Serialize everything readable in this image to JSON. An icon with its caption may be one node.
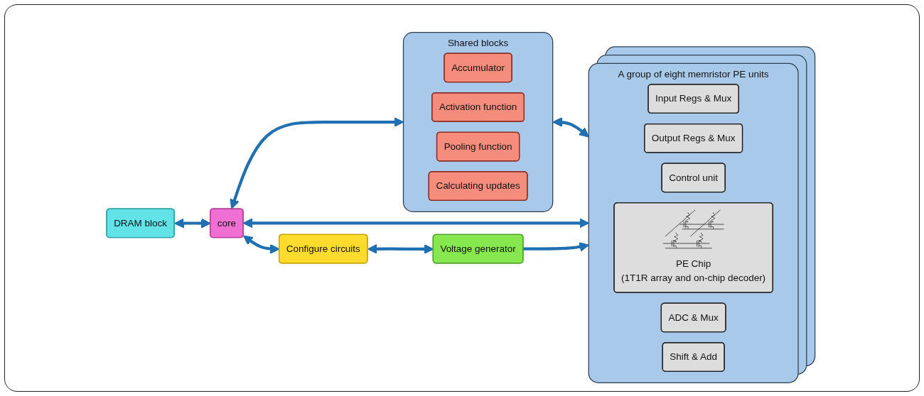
{
  "diagram": {
    "nodes": [
      {
        "text": [
          "Shared blocks"
        ]
      },
      {
        "text": [
          "Accumulator"
        ],
        "in": 0
      },
      {
        "text": [
          "Activation function"
        ],
        "in": 0
      },
      {
        "text": [
          "Pooling function"
        ],
        "in": 0
      },
      {
        "text": [
          "Calculating updates"
        ],
        "in": 0
      },
      {
        "text": [
          "A group of eight memristor PE units"
        ]
      },
      {
        "text": [
          "Input Regs & Mux"
        ],
        "in": 5
      },
      {
        "text": [
          "Output Regs & Mux"
        ],
        "in": 5
      },
      {
        "text": [
          "Control unit"
        ],
        "in": 5
      },
      {
        "text": [
          "PE Chip",
          "(1T1R array and on-chip decoder)"
        ],
        "in": 5
      },
      {
        "text": [
          "ADC & Mux"
        ],
        "in": 5
      },
      {
        "text": [
          "Shift & Add"
        ],
        "in": 5
      },
      {
        "text": [
          "DRAM block"
        ]
      },
      {
        "text": [
          "core"
        ]
      },
      {
        "text": [
          "Configure circuits"
        ]
      },
      {
        "text": [
          "Voltage generator"
        ]
      }
    ],
    "edges": [
      {
        "from": 0,
        "to": 5,
        "arrow": "both"
      },
      {
        "from": 13,
        "to": 5,
        "arrow": "both"
      },
      {
        "from": 13,
        "to": 0,
        "arrow": "both"
      },
      {
        "from": 12,
        "to": 13,
        "arrow": "both"
      },
      {
        "from": 13,
        "to": 14,
        "arrow": "both"
      },
      {
        "from": 14,
        "to": 15,
        "arrow": "both"
      },
      {
        "from": 15,
        "to": 5,
        "arrow": "to"
      }
    ]
  }
}
